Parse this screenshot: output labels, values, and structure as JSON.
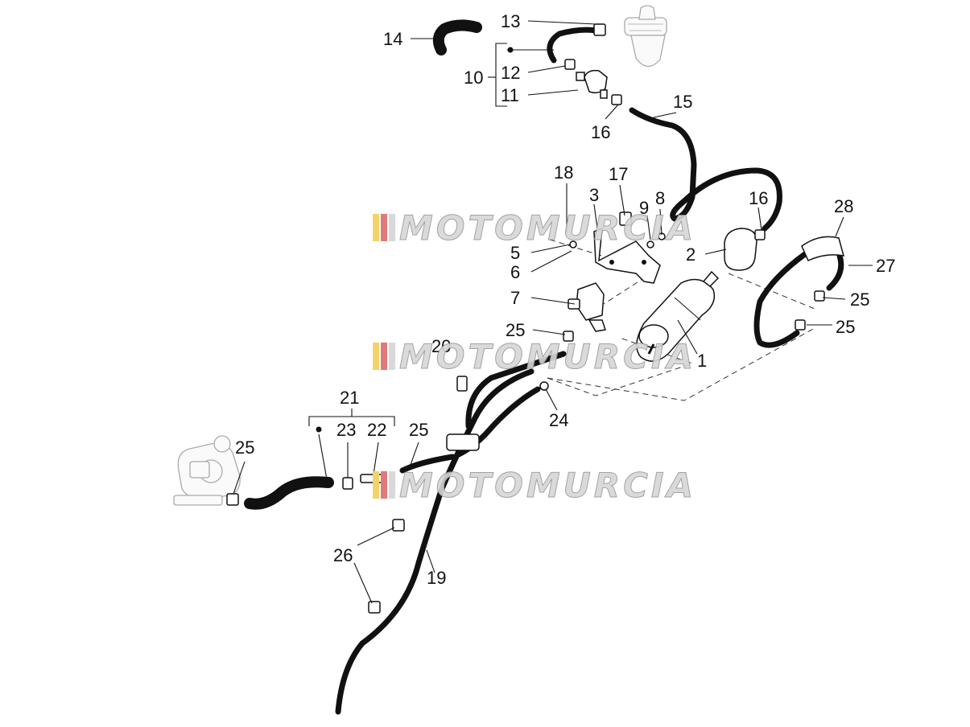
{
  "watermark": {
    "text": "MOTOMURCIA",
    "stripe_colors": [
      "#f3d26b",
      "#e07a7a",
      "#d9d9d9"
    ]
  },
  "callouts": {
    "c1": "1",
    "c2": "2",
    "c3": "3",
    "c5": "5",
    "c6": "6",
    "c7": "7",
    "c8": "8",
    "c9": "9",
    "c10": "10",
    "c11": "11",
    "c12": "12",
    "c13": "13",
    "c14": "14",
    "c15": "15",
    "c16a": "16",
    "c16b": "16",
    "c17": "17",
    "c18": "18",
    "c19": "19",
    "c20": "20",
    "c21": "21",
    "c22": "22",
    "c23": "23",
    "c24": "24",
    "c25a": "25",
    "c25b": "25",
    "c25c": "25",
    "c25d": "25",
    "c25e": "25",
    "c26": "26",
    "c27": "27",
    "c28": "28"
  }
}
